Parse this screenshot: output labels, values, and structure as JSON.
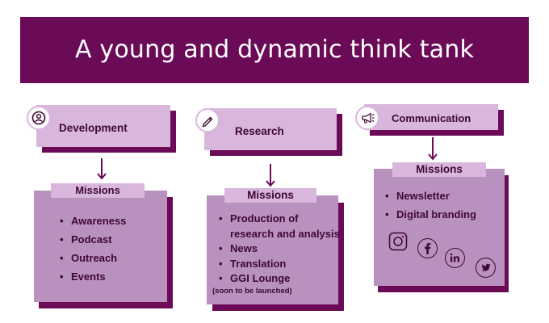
{
  "banner": {
    "title": "A young and dynamic think tank"
  },
  "columns": {
    "development": {
      "header": "Development",
      "icon": "user-circle-icon",
      "missions_label": "Missions",
      "items": [
        "Awareness",
        "Podcast",
        "Outreach",
        "Events"
      ]
    },
    "research": {
      "header": "Research",
      "icon": "pencil-icon",
      "missions_label": "Missions",
      "items": [
        "Production of",
        "research and analysis",
        "News",
        "Translation",
        "GGI Lounge"
      ],
      "note": "(soon to be launched)"
    },
    "communication": {
      "header": "Communication",
      "icon": "megaphone-icon",
      "missions_label": "Missions",
      "items": [
        "Newsletter",
        "Digital branding"
      ],
      "social": [
        "instagram-icon",
        "facebook-icon",
        "linkedin-icon",
        "twitter-icon"
      ]
    }
  },
  "colors": {
    "dark_purple": "#6b0a57",
    "light_purple": "#d9b7dc",
    "mid_purple": "#b991bf",
    "text": "#3e0833"
  }
}
